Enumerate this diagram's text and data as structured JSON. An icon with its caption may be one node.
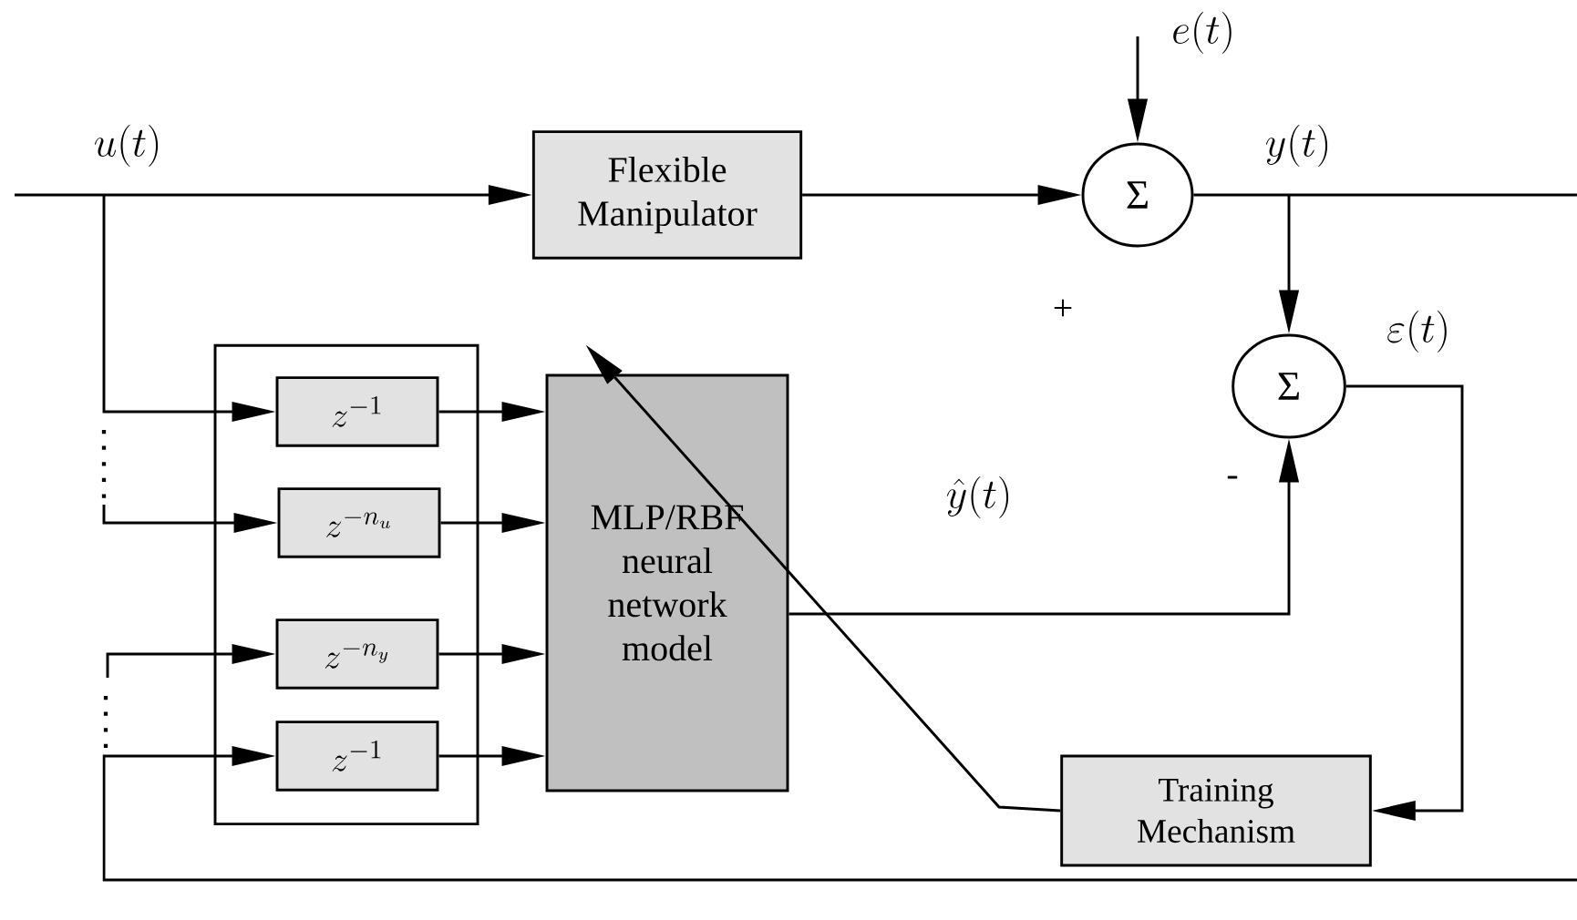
{
  "diagram": {
    "nodes": [
      {
        "text": [
          "Flexible Manipulator"
        ]
      },
      {
        "text": [
          "Σ"
        ]
      },
      {
        "text": [
          "Σ"
        ]
      },
      {
        "text": [],
        "shape": "box"
      },
      {
        "text": [
          "z^{-1}"
        ],
        "in": 3
      },
      {
        "text": [
          "z^{-n_u}"
        ],
        "in": 3
      },
      {
        "text": [
          "z^{-n_y}"
        ],
        "in": 3
      },
      {
        "text": [
          "z^{-1}"
        ],
        "in": 3
      },
      {
        "text": [
          "MLP/RBF neural network model"
        ]
      },
      {
        "text": [
          "Training Mechanism"
        ]
      }
    ],
    "edges": [
      {
        "from": null,
        "to": 0,
        "arrow": "to",
        "label": "u(t)"
      },
      {
        "from": 0,
        "to": 1,
        "arrow": "to"
      },
      {
        "from": null,
        "to": 1,
        "arrow": "to",
        "label": "e(t)"
      },
      {
        "from": 1,
        "to": null,
        "arrow": "none",
        "label": "y(t)"
      },
      {
        "from": null,
        "to": 2,
        "arrow": "to"
      },
      {
        "from": 8,
        "to": 2,
        "arrow": "to",
        "label": "\\hat{y}(t)"
      },
      {
        "from": 2,
        "to": 9,
        "arrow": "to",
        "label": "\\varepsilon(t)"
      },
      {
        "from": 9,
        "to": 8,
        "arrow": "to"
      },
      {
        "from": null,
        "to": 4,
        "arrow": "to"
      },
      {
        "from": null,
        "to": 5,
        "arrow": "to"
      },
      {
        "from": null,
        "to": 6,
        "arrow": "to"
      },
      {
        "from": null,
        "to": 7,
        "arrow": "to"
      },
      {
        "from": 4,
        "to": 8,
        "arrow": "to"
      },
      {
        "from": 5,
        "to": 8,
        "arrow": "to"
      },
      {
        "from": 6,
        "to": 8,
        "arrow": "to"
      },
      {
        "from": 7,
        "to": 8,
        "arrow": "to"
      }
    ],
    "labels": [
      "+",
      "-"
    ]
  }
}
